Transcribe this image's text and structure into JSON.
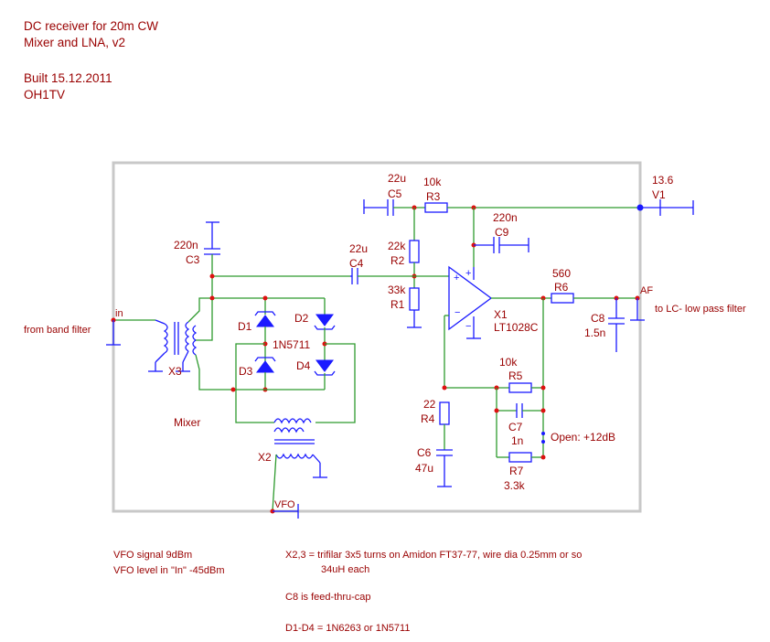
{
  "header": {
    "line1": "DC receiver for 20m CW",
    "line2": "Mixer and LNA, v2",
    "line3": "Built 15.12.2011",
    "line4": "OH1TV"
  },
  "components": {
    "c5_val": "22u",
    "c5_name": "C5",
    "r3_val": "10k",
    "r3_name": "R3",
    "v1_val": "13.6",
    "v1_name": "V1",
    "c9_val": "220n",
    "c9_name": "C9",
    "c3_val": "220n",
    "c3_name": "C3",
    "c4_val": "22u",
    "c4_name": "C4",
    "r2_val": "22k",
    "r2_name": "R2",
    "r1_val": "33k",
    "r1_name": "R1",
    "r6_val": "560",
    "r6_name": "R6",
    "x1_name": "X1",
    "x1_part": "LT1028C",
    "c8_name": "C8",
    "c8_val": "1.5n",
    "d1_name": "D1",
    "d2_name": "D2",
    "d3_name": "D3",
    "d4_name": "D4",
    "diode_part": "1N5711",
    "x3_name": "X3",
    "x2_name": "X2",
    "r5_val": "10k",
    "r5_name": "R5",
    "c7_name": "C7",
    "c7_val": "1n",
    "r7_name": "R7",
    "r7_val": "3.3k",
    "r4_val": "22",
    "r4_name": "R4",
    "c6_name": "C6",
    "c6_val": "47u",
    "mixer_label": "Mixer",
    "open_label": "Open: +12dB"
  },
  "nets": {
    "in": "in",
    "from_band": "from band filter",
    "af": "AF",
    "to_lc": "to LC- low pass filter",
    "vfo": "VFO"
  },
  "notes": {
    "vfo1": "VFO signal 9dBm",
    "vfo2": "VFO level in \"In\" -45dBm",
    "x23a": "X2,3 = trifilar 3x5 turns on Amidon FT37-77, wire dia 0.25mm or so",
    "x23b": "34uH each",
    "c8": "C8 is feed-thru-cap",
    "d": "D1-D4 = 1N6263 or 1N5711"
  },
  "colors": {
    "text": "#990000",
    "wire": "#2e9a2e",
    "component": "#1a1aff",
    "node": "#dd1111",
    "frame": "#c8c8c8"
  }
}
